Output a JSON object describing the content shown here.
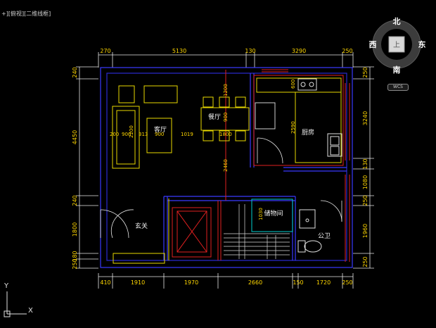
{
  "viewport": {
    "label": "+][俯视][二维线框]"
  },
  "viewcube": {
    "north": "北",
    "south": "南",
    "east": "东",
    "west": "西",
    "face": "上",
    "wcs_label": "WCS"
  },
  "ucs": {
    "x": "X",
    "y": "Y"
  },
  "dims": {
    "top": [
      "270",
      "5130",
      "130",
      "3290",
      "250"
    ],
    "bottom": [
      "410",
      "1910",
      "1970",
      "2660",
      "150",
      "1720",
      "250"
    ],
    "left": [
      "240",
      "4450",
      "240",
      "1800",
      "180",
      "250"
    ],
    "right": [
      "250",
      "3240",
      "130",
      "1080",
      "250",
      "1960",
      "250"
    ],
    "living_row": [
      "200",
      "900",
      "2200",
      "313",
      "900",
      "1019",
      "1800"
    ],
    "kitchen": [
      "600",
      "2590"
    ],
    "dining": [
      "1200",
      "900"
    ],
    "hall": "2460",
    "storage": "1030"
  },
  "rooms": {
    "living": "客厅",
    "dining": "餐厅",
    "kitchen": "厨房",
    "entrance": "玄关",
    "storage": "储物间",
    "bathroom": "公卫"
  }
}
